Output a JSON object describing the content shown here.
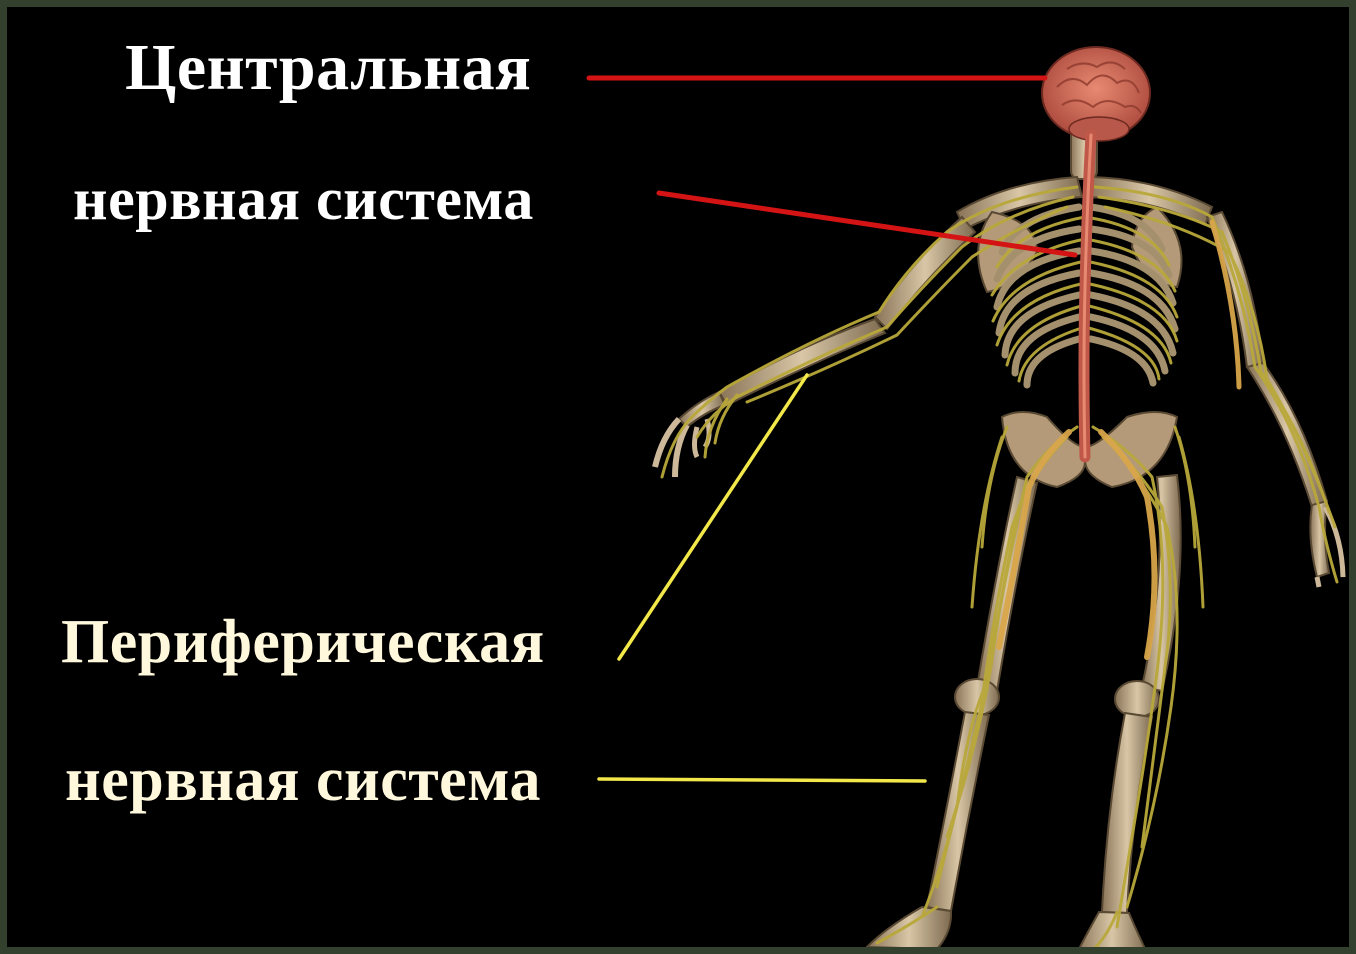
{
  "labels": {
    "central_line1": "Центральная",
    "central_line2": "нервная система",
    "peripheral_line1": "Периферическая",
    "peripheral_line2": "нервная система"
  },
  "colors": {
    "background": "#000000",
    "frame": "#33402e",
    "central_text": "#ffffff",
    "peripheral_text": "#fff8dc",
    "central_pointer": "#d41414",
    "peripheral_pointer": "#f2e84a",
    "brain": "#d9705a",
    "spinal_cord": "#c0584a",
    "nerves": "#b9a83a",
    "bone": "#cdb99a"
  },
  "icons": {
    "figure": "human-nervous-system-illustration"
  }
}
